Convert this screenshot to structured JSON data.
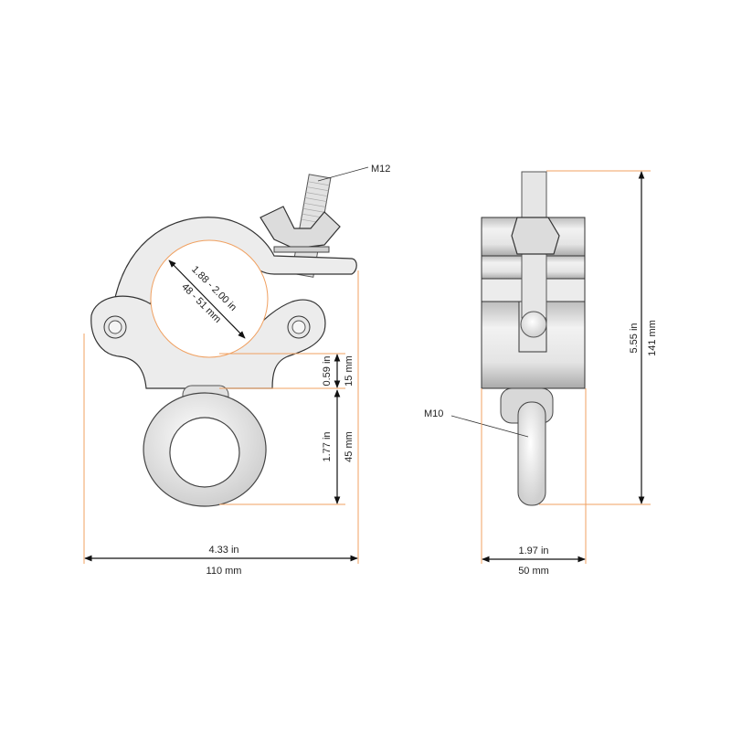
{
  "labels": {
    "bolt_top": "M12",
    "bolt_eye": "M10"
  },
  "dimensions": {
    "tube_diameter_in": "1.88 - 2.00 in",
    "tube_diameter_mm": "48 - 51 mm",
    "body_to_eye_in": "0.59 in",
    "body_to_eye_mm": "15 mm",
    "eye_height_in": "1.77 in",
    "eye_height_mm": "45 mm",
    "total_width_in": "4.33 in",
    "total_width_mm": "110 mm",
    "side_width_in": "1.97 in",
    "side_width_mm": "50 mm",
    "total_height_in": "5.55 in",
    "total_height_mm": "141 mm"
  },
  "colors": {
    "extension_line": "#f0a060",
    "dimension_line": "#111111",
    "part_fill": "#ececec"
  }
}
